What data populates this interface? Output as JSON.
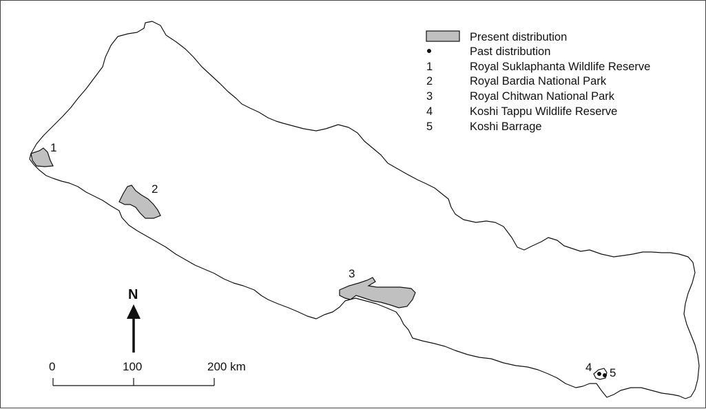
{
  "legend": {
    "present_label": "Present distribution",
    "past_label": "Past distribution",
    "present_color": "#c0c0c0",
    "items": [
      {
        "num": "1",
        "name": "Royal Suklaphanta Wildlife Reserve"
      },
      {
        "num": "2",
        "name": "Royal Bardia National Park"
      },
      {
        "num": "3",
        "name": "Royal Chitwan National Park"
      },
      {
        "num": "4",
        "name": "Koshi Tappu Wildlife Reserve"
      },
      {
        "num": "5",
        "name": "Koshi Barrage"
      }
    ]
  },
  "map": {
    "area_labels": [
      "1",
      "2",
      "3",
      "4",
      "5"
    ]
  },
  "north_arrow": {
    "label": "N",
    "icon": "north-arrow-icon"
  },
  "scale_bar": {
    "ticks": [
      "0",
      "100",
      "200 km"
    ]
  }
}
